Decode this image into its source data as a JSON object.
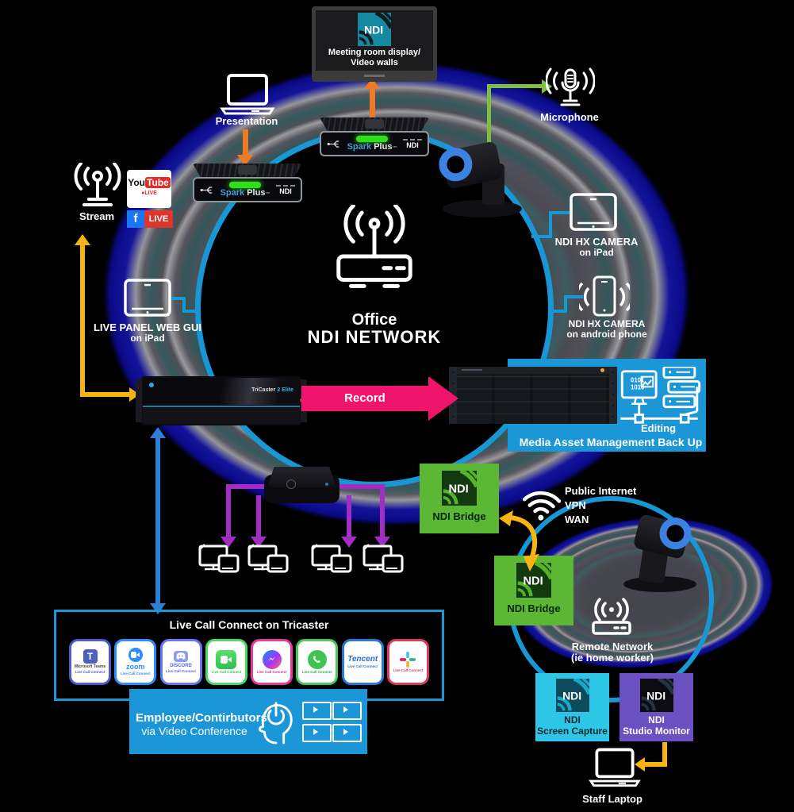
{
  "diagram": {
    "center": {
      "line1": "Office",
      "line2": "NDI NETWORK"
    },
    "meeting_display": {
      "logo": "NDI",
      "line1": "Meeting room display/",
      "line2": "Video walls"
    },
    "presentation": {
      "label": "Presentation"
    },
    "spark_top": {
      "brand1": "Spark",
      "brand2": "Plus",
      "tm": "™",
      "badge": "NDI"
    },
    "spark_left": {
      "brand1": "Spark",
      "brand2": "Plus",
      "tm": "™",
      "badge": "NDI"
    },
    "microphone": {
      "label": "Microphone"
    },
    "stream": {
      "label": "Stream"
    },
    "youtube": {
      "part1": "You",
      "part2": "Tube",
      "live": "LIVE"
    },
    "facebook": {
      "f": "f",
      "live": "LIVE"
    },
    "hx_ipad": {
      "line1": "NDI HX CAMERA",
      "line2": "on iPad"
    },
    "hx_android": {
      "line1": "NDI HX CAMERA",
      "line2": "on android phone"
    },
    "live_panel": {
      "line1": "LIVE PANEL WEB GUI",
      "line2": "on iPad"
    },
    "tricaster": {
      "label1": "TriCaster",
      "label2": "2 Elite"
    },
    "record": {
      "label": "Record"
    },
    "editing": {
      "code1": "0101",
      "code2": "1010",
      "label1": "Editing",
      "label2": "Media Asset Management Back Up"
    },
    "bridge1": {
      "logo": "NDI",
      "label": "NDI Bridge"
    },
    "public_internet": {
      "line1": "Public Internet",
      "line2": "VPN",
      "line3": "WAN"
    },
    "bridge2": {
      "logo": "NDI",
      "label": "NDI Bridge"
    },
    "remote_network": {
      "line1": "Remote Network",
      "line2": "(ie home worker)"
    },
    "screen_capture": {
      "logo": "NDI",
      "line1": "NDI",
      "line2": "Screen Capture"
    },
    "studio_monitor": {
      "logo": "NDI",
      "line1": "NDI",
      "line2": "Studio Monitor"
    },
    "staff_laptop": {
      "label": "Staff Laptop"
    },
    "live_call": {
      "title": "Live Call Connect on Tricaster",
      "apps": [
        {
          "name": "Microsoft Teams",
          "initial": "T",
          "label": "Microsoft Teams",
          "sub": "Live Call Connect"
        },
        {
          "name": "Zoom",
          "label": "zoom",
          "sub": "Live Call Connect"
        },
        {
          "name": "Discord",
          "label": "DISCORD",
          "sub": "Live Call Connect"
        },
        {
          "name": "FaceTime",
          "sub": "Live Call Connect"
        },
        {
          "name": "Messenger",
          "sub": "Live Call Connect"
        },
        {
          "name": "WhatsApp",
          "sub": "Live Call Connect"
        },
        {
          "name": "Tencent",
          "label": "Tencent",
          "sub": "Live Call Connect"
        },
        {
          "name": "Slack",
          "sub": "Live Call Connect"
        }
      ]
    },
    "employee": {
      "line1": "Employee/Contirbutors",
      "line2": "via Video Conference"
    }
  },
  "colors": {
    "ring_blue": "#1797D3",
    "record_pink": "#F1146C",
    "arrow_orange": "#EE7B23",
    "arrow_yellow": "#F9B410",
    "arrow_green": "#7FBF3F",
    "arrow_purple": "#A32CC4",
    "arrow_blue": "#2E7FD6",
    "bridge_green": "#5CB734",
    "box_blue": "#1B96D6",
    "capture_cyan": "#2EC6E6",
    "monitor_purple": "#6A50C0"
  }
}
